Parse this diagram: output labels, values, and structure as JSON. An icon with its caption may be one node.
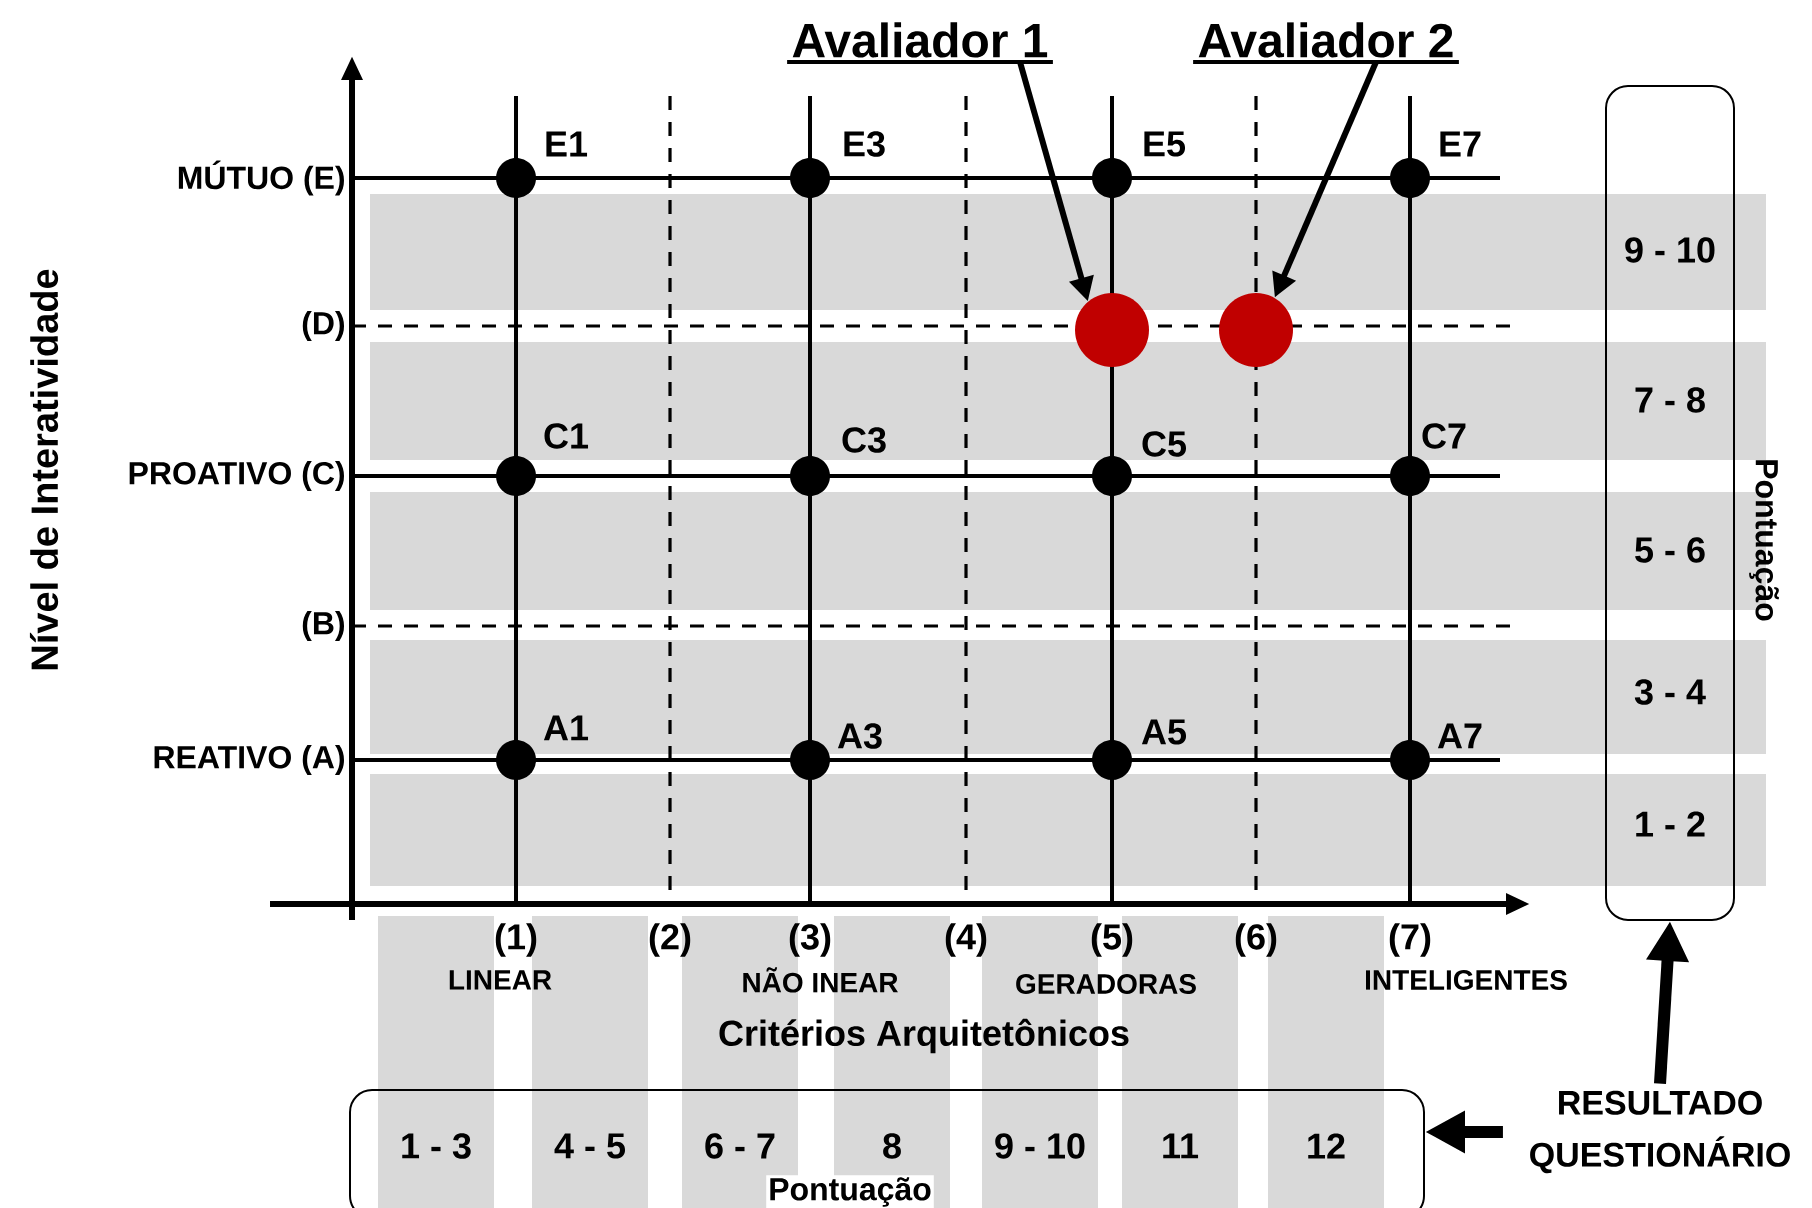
{
  "diagram": {
    "nodes": [
      {
        "text": [
          "Avaliador 1"
        ]
      },
      {
        "text": [
          "Avaliador 2"
        ]
      },
      {
        "text": [],
        "shape": "circle"
      },
      {
        "text": [],
        "shape": "circle"
      },
      {
        "text": [
          "9 - 10",
          "7 - 8",
          "5 - 6",
          "3 - 4",
          "1 - 2",
          "Pontuação"
        ]
      },
      {
        "text": [
          "1 - 3",
          "4 - 5",
          "6 - 7",
          "8",
          "9 - 10",
          "11",
          "12",
          "Pontuação"
        ]
      },
      {
        "text": [
          "RESULTADO QUESTIONÁRIO"
        ]
      }
    ],
    "edges": [
      {
        "from": 0,
        "to": 2,
        "arrow": "to"
      },
      {
        "from": 1,
        "to": 3,
        "arrow": "to"
      },
      {
        "from": 6,
        "to": 4,
        "arrow": "to",
        "style": "thick"
      },
      {
        "from": 6,
        "to": 5,
        "arrow": "to",
        "style": "thick"
      }
    ],
    "labels": [
      "Nível de Interatividade",
      "MÚTUO (E)",
      "(D)",
      "PROATIVO (C)",
      "(B)",
      "REATIVO (A)",
      "E1",
      "E3",
      "E5",
      "E7",
      "C1",
      "C3",
      "C5",
      "C7",
      "A1",
      "A3",
      "A5",
      "A7",
      "(1)",
      "(2)",
      "(3)",
      "(4)",
      "(5)",
      "(6)",
      "(7)",
      "LINEAR",
      "NÃO INEAR",
      "GERADORAS",
      "INTELIGENTES",
      "Critérios Arquitetônicos"
    ]
  }
}
